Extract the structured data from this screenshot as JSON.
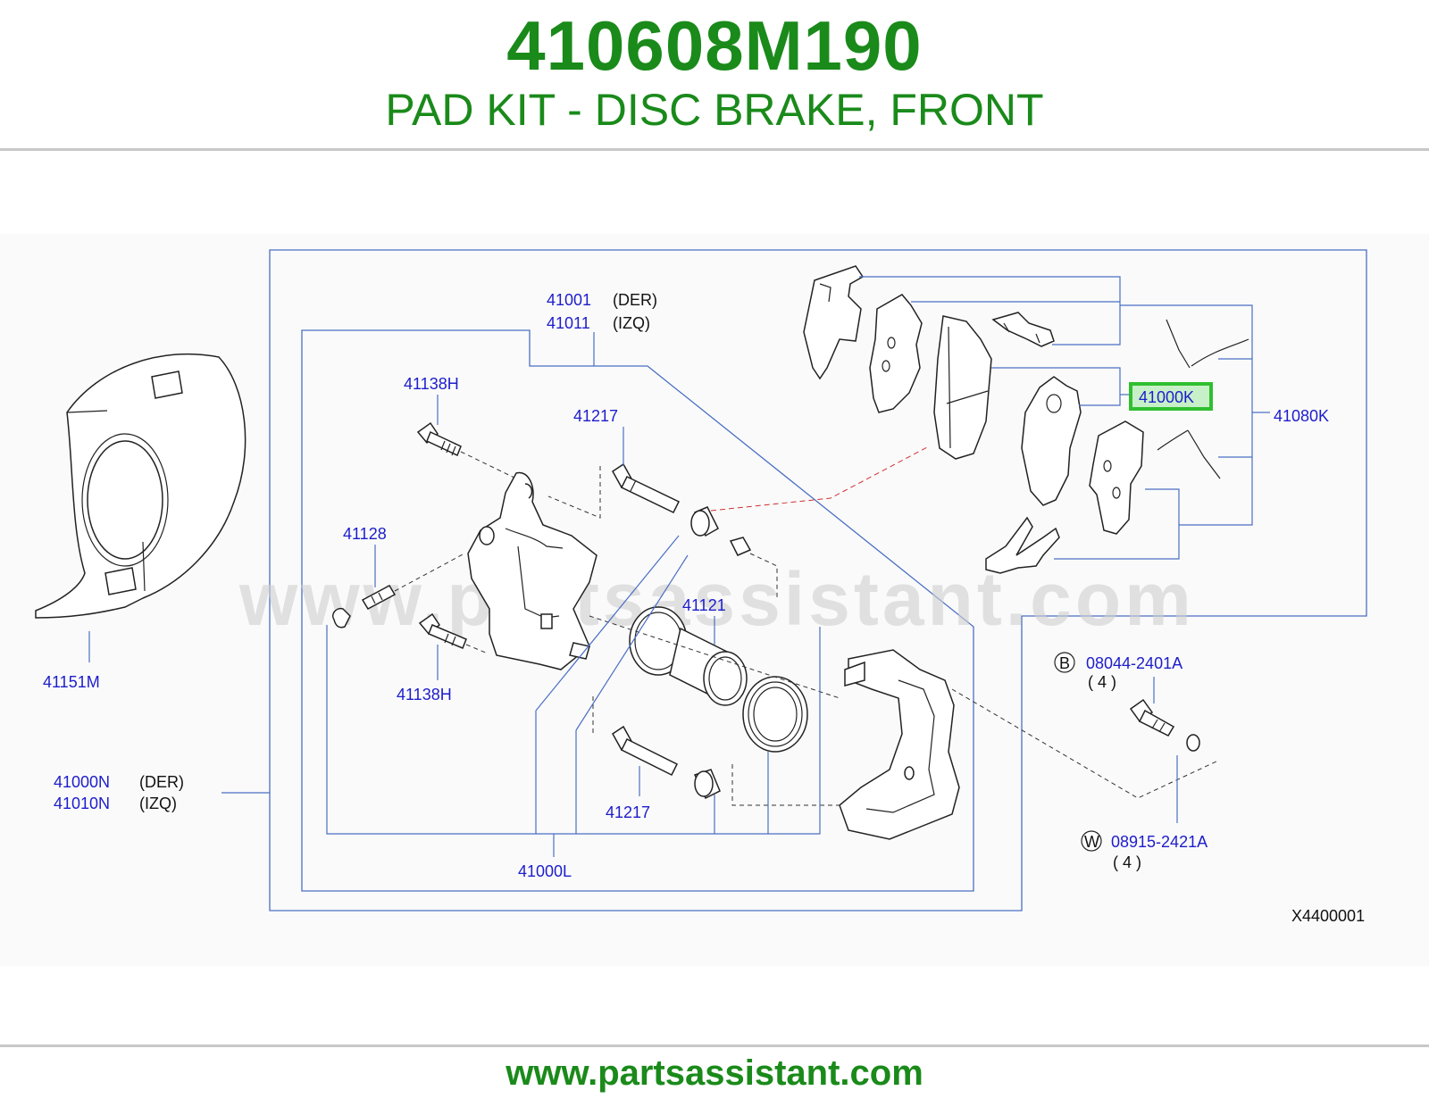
{
  "header": {
    "part_number": "410608M190",
    "description": "PAD KIT - DISC BRAKE, FRONT"
  },
  "diagram": {
    "watermark": "www.partsassistant.com",
    "code": "X4400001",
    "callouts": {
      "c41001": "41001",
      "c41001_side": "(DER)",
      "c41011": "41011",
      "c41011_side": "(IZQ)",
      "c41138h_top": "41138H",
      "c41217_top": "41217",
      "c41128": "41128",
      "c41121": "41121",
      "c41138h_bottom": "41138H",
      "c41217_bottom": "41217",
      "c41000l": "41000L",
      "c41151m": "41151M",
      "c41000n": "41000N",
      "c41000n_side": "(DER)",
      "c41010n": "41010N",
      "c41010n_side": "(IZQ)",
      "c41000k": "41000K",
      "c41080k": "41080K",
      "b_marker": "B",
      "b_part": "08044-2401A",
      "b_qty": "( 4 )",
      "w_marker": "W",
      "w_part": "08915-2421A",
      "w_qty": "( 4 )"
    },
    "highlight_color": "#2fbf2f"
  },
  "footer": {
    "url": "www.partsassistant.com"
  }
}
